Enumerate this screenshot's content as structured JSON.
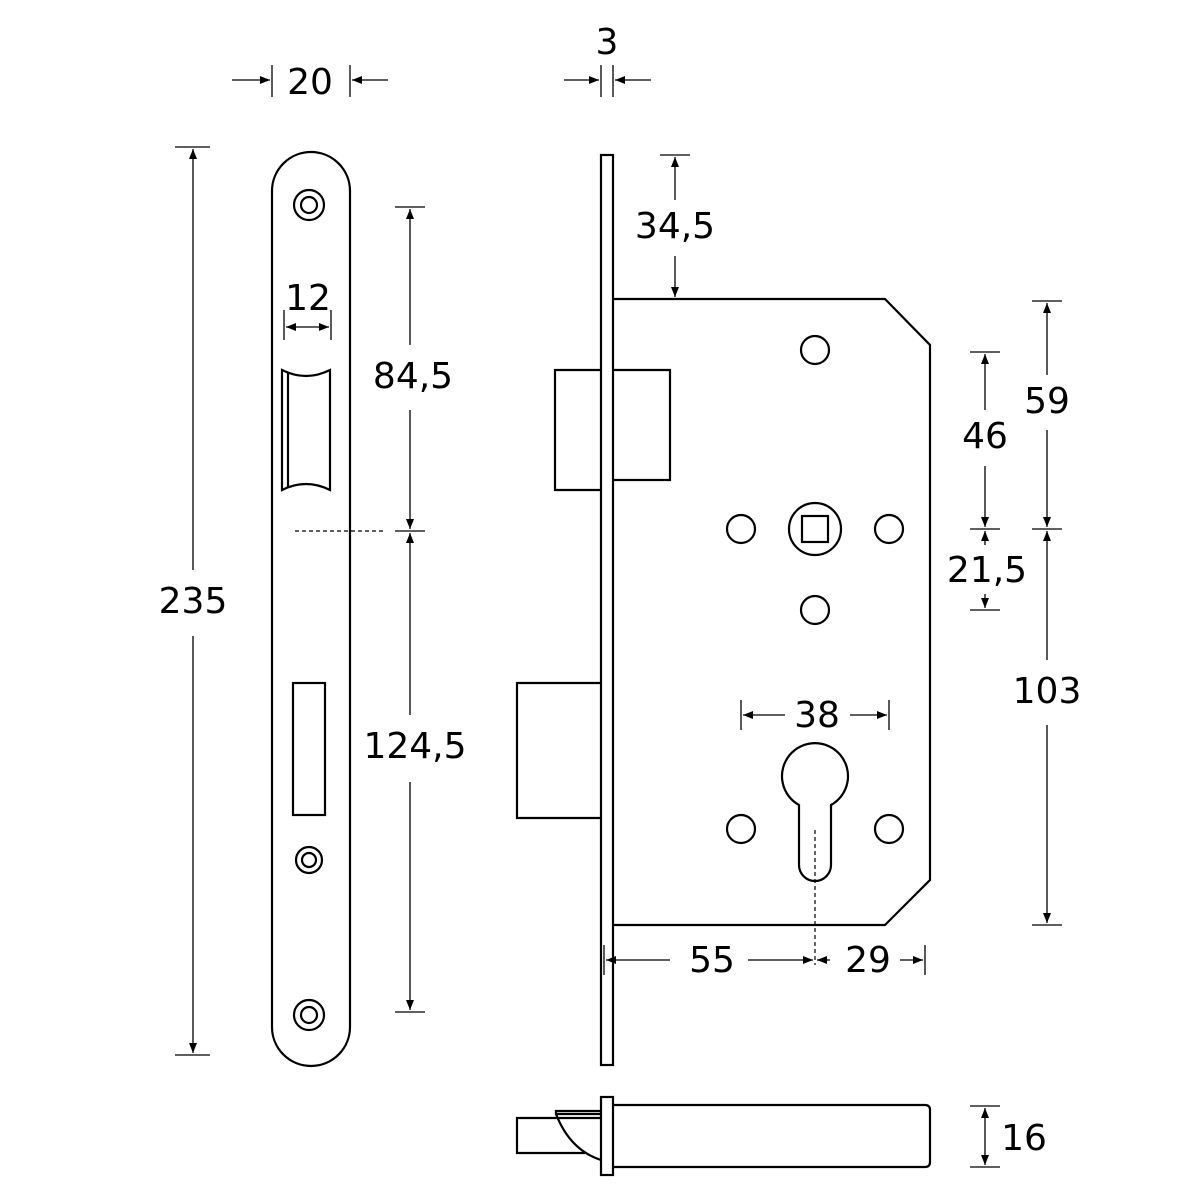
{
  "dimensions": {
    "faceplate_width": "20",
    "faceplate_thickness": "3",
    "latch_width": "12",
    "total_height": "235",
    "upper_distance": "84,5",
    "lower_distance": "124,5",
    "top_offset": "34,5",
    "follower_to_top_hole": "46",
    "follower_to_body_top": "59",
    "follower_to_bottom_hole": "21,5",
    "follower_to_body_bottom": "103",
    "cylinder_hole_spacing": "38",
    "backset": "55",
    "cylinder_to_end": "29",
    "case_depth": "16"
  }
}
